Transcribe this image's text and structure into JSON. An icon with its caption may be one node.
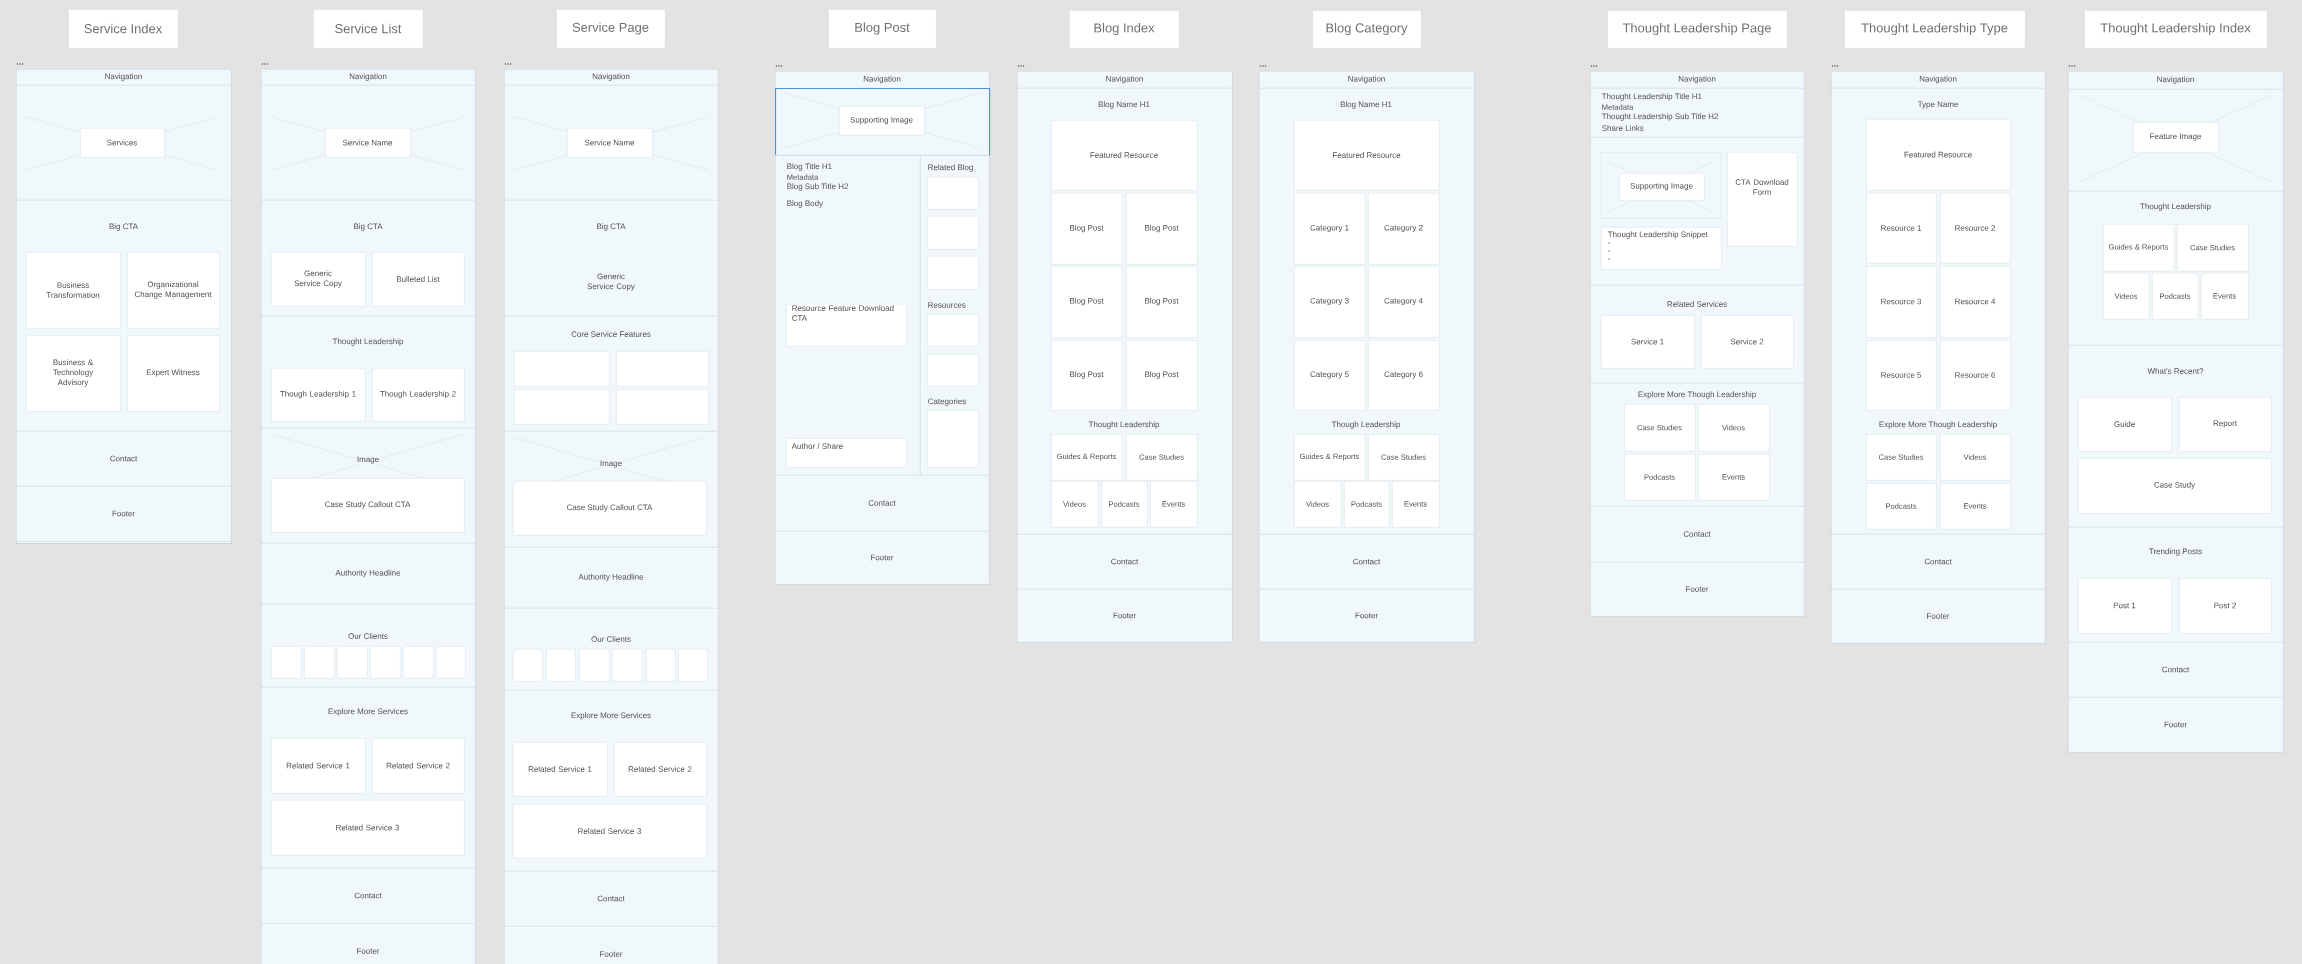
{
  "diagram": {
    "nodes": [
      {
        "text": [
          "Service Index"
        ]
      },
      {
        "text": [],
        "shape": "box"
      },
      {
        "text": [
          "Navigation"
        ],
        "in": 1
      },
      {
        "text": [],
        "shape": "box",
        "in": 1
      },
      {
        "text": [
          "Services"
        ],
        "in": 3
      },
      {
        "text": [
          "Big CTA"
        ],
        "in": 1
      },
      {
        "text": [
          "Business Transformation"
        ],
        "in": 5
      },
      {
        "text": [
          "Organizational Change Management"
        ],
        "in": 5
      },
      {
        "text": [
          "Business & Technology Advisory"
        ],
        "in": 5
      },
      {
        "text": [
          "Expert Witness"
        ],
        "in": 5
      },
      {
        "text": [
          "Contact"
        ],
        "in": 1
      },
      {
        "text": [
          "Footer"
        ],
        "in": 1
      },
      {
        "text": [
          "Service List"
        ]
      },
      {
        "text": [],
        "shape": "box"
      },
      {
        "text": [
          "Navigation"
        ],
        "in": 13
      },
      {
        "text": [],
        "shape": "box",
        "in": 13
      },
      {
        "text": [
          "Service Name"
        ],
        "in": 15
      },
      {
        "text": [
          "Big CTA"
        ],
        "in": 13
      },
      {
        "text": [
          "Generic Service Copy"
        ],
        "in": 17
      },
      {
        "text": [
          "Bulleted List"
        ],
        "in": 17
      },
      {
        "text": [
          "Thought Leadership"
        ],
        "in": 13
      },
      {
        "text": [
          "Though Leadership 1"
        ],
        "in": 20
      },
      {
        "text": [
          "Though Leadership 2"
        ],
        "in": 20
      },
      {
        "text": [
          "Image"
        ],
        "in": 13
      },
      {
        "text": [
          "Case Study Callout CTA"
        ],
        "in": 23
      },
      {
        "text": [
          "Authority Headline"
        ],
        "in": 13
      },
      {
        "text": [
          "Our Clients"
        ],
        "in": 13
      },
      {
        "text": [],
        "shape": "box",
        "in": 26
      },
      {
        "text": [],
        "shape": "box",
        "in": 26
      },
      {
        "text": [],
        "shape": "box",
        "in": 26
      },
      {
        "text": [],
        "shape": "box",
        "in": 26
      },
      {
        "text": [],
        "shape": "box",
        "in": 26
      },
      {
        "text": [],
        "shape": "box",
        "in": 26
      },
      {
        "text": [
          "Explore More Services"
        ],
        "in": 13
      },
      {
        "text": [
          "Related Service 1"
        ],
        "in": 33
      },
      {
        "text": [
          "Related Service 2"
        ],
        "in": 33
      },
      {
        "text": [
          "Related Service 3"
        ],
        "in": 33
      },
      {
        "text": [
          "Contact"
        ],
        "in": 13
      },
      {
        "text": [
          "Footer"
        ],
        "in": 13
      },
      {
        "text": [
          "Service Page"
        ]
      },
      {
        "text": [],
        "shape": "box"
      },
      {
        "text": [
          "Navigation"
        ],
        "in": 40
      },
      {
        "text": [],
        "shape": "box",
        "in": 40
      },
      {
        "text": [
          "Service Name"
        ],
        "in": 42
      },
      {
        "text": [
          "Big CTA",
          "Generic Service Copy"
        ],
        "in": 40
      },
      {
        "text": [
          "Core Service Features"
        ],
        "in": 40
      },
      {
        "text": [],
        "shape": "box",
        "in": 45
      },
      {
        "text": [],
        "shape": "box",
        "in": 45
      },
      {
        "text": [],
        "shape": "box",
        "in": 45
      },
      {
        "text": [],
        "shape": "box",
        "in": 45
      },
      {
        "text": [
          "Image"
        ],
        "in": 40
      },
      {
        "text": [
          "Case Study Callout CTA"
        ],
        "in": 50
      },
      {
        "text": [
          "Authority Headline"
        ],
        "in": 40
      },
      {
        "text": [
          "Our Clients"
        ],
        "in": 40
      },
      {
        "text": [],
        "shape": "box",
        "in": 53
      },
      {
        "text": [],
        "shape": "box",
        "in": 53
      },
      {
        "text": [],
        "shape": "box",
        "in": 53
      },
      {
        "text": [],
        "shape": "box",
        "in": 53
      },
      {
        "text": [],
        "shape": "box",
        "in": 53
      },
      {
        "text": [],
        "shape": "box",
        "in": 53
      },
      {
        "text": [
          "Explore More Services"
        ],
        "in": 40
      },
      {
        "text": [
          "Related Service 1"
        ],
        "in": 60
      },
      {
        "text": [
          "Related Service 2"
        ],
        "in": 60
      },
      {
        "text": [
          "Related Service 3"
        ],
        "in": 60
      },
      {
        "text": [
          "Contact"
        ],
        "in": 40
      },
      {
        "text": [
          "Footer"
        ],
        "in": 40
      },
      {
        "text": [
          "Blog Post"
        ]
      },
      {
        "text": [],
        "shape": "box"
      },
      {
        "text": [
          "Navigation"
        ],
        "in": 67
      },
      {
        "text": [],
        "shape": "box",
        "in": 67
      },
      {
        "text": [
          "Supporting Image"
        ],
        "in": 69
      },
      {
        "text": [
          "Blog Title H1",
          "Metadata",
          "Blog Sub Title H2",
          "Blog Body"
        ],
        "in": 67
      },
      {
        "text": [
          "Resource Feature Download CTA"
        ],
        "in": 71
      },
      {
        "text": [
          "Author / Share"
        ],
        "in": 71
      },
      {
        "text": [
          "Related Blog",
          "Resources",
          "Categories"
        ],
        "in": 67
      },
      {
        "text": [],
        "shape": "box",
        "in": 74
      },
      {
        "text": [],
        "shape": "box",
        "in": 74
      },
      {
        "text": [],
        "shape": "box",
        "in": 74
      },
      {
        "text": [],
        "shape": "box",
        "in": 74
      },
      {
        "text": [],
        "shape": "box",
        "in": 74
      },
      {
        "text": [],
        "shape": "box",
        "in": 74
      },
      {
        "text": [
          "Contact"
        ],
        "in": 67
      },
      {
        "text": [
          "Footer"
        ],
        "in": 67
      },
      {
        "text": [
          "Blog Index"
        ]
      },
      {
        "text": [],
        "shape": "box"
      },
      {
        "text": [
          "Navigation"
        ],
        "in": 84
      },
      {
        "text": [
          "Blog Name H1",
          "Thought Leadership"
        ],
        "in": 84
      },
      {
        "text": [
          "Featured Resource"
        ],
        "in": 86
      },
      {
        "text": [
          "Blog Post"
        ],
        "in": 86
      },
      {
        "text": [
          "Blog Post"
        ],
        "in": 86
      },
      {
        "text": [
          "Blog Post"
        ],
        "in": 86
      },
      {
        "text": [
          "Blog Post"
        ],
        "in": 86
      },
      {
        "text": [
          "Blog Post"
        ],
        "in": 86
      },
      {
        "text": [
          "Blog Post"
        ],
        "in": 86
      },
      {
        "text": [
          "Guides & Reports"
        ],
        "in": 86
      },
      {
        "text": [
          "Case Studies"
        ],
        "in": 86
      },
      {
        "text": [
          "Videos"
        ],
        "in": 86
      },
      {
        "text": [
          "Podcasts"
        ],
        "in": 86
      },
      {
        "text": [
          "Events"
        ],
        "in": 86
      },
      {
        "text": [
          "Contact"
        ],
        "in": 84
      },
      {
        "text": [
          "Footer"
        ],
        "in": 84
      },
      {
        "text": [
          "Blog Category"
        ]
      },
      {
        "text": [],
        "shape": "box"
      },
      {
        "text": [
          "Navigation"
        ],
        "in": 102
      },
      {
        "text": [
          "Blog Name H1",
          "Though Leadership"
        ],
        "in": 102
      },
      {
        "text": [
          "Featured Resource"
        ],
        "in": 104
      },
      {
        "text": [
          "Category 1"
        ],
        "in": 104
      },
      {
        "text": [
          "Category 2"
        ],
        "in": 104
      },
      {
        "text": [
          "Category 3"
        ],
        "in": 104
      },
      {
        "text": [
          "Category 4"
        ],
        "in": 104
      },
      {
        "text": [
          "Category 5"
        ],
        "in": 104
      },
      {
        "text": [
          "Category 6"
        ],
        "in": 104
      },
      {
        "text": [
          "Guides & Reports"
        ],
        "in": 104
      },
      {
        "text": [
          "Case Studies"
        ],
        "in": 104
      },
      {
        "text": [
          "Videos"
        ],
        "in": 104
      },
      {
        "text": [
          "Podcasts"
        ],
        "in": 104
      },
      {
        "text": [
          "Events"
        ],
        "in": 104
      },
      {
        "text": [
          "Contact"
        ],
        "in": 102
      },
      {
        "text": [
          "Footer"
        ],
        "in": 102
      },
      {
        "text": [
          "Thought Leadership Page"
        ]
      },
      {
        "text": [],
        "shape": "box"
      },
      {
        "text": [
          "Navigation"
        ],
        "in": 120
      },
      {
        "text": [
          "Thought Leadership Title H1",
          "Metadata",
          "Thought Leadership Sub Title H2",
          "Share Links"
        ],
        "in": 120
      },
      {
        "text": [],
        "shape": "box",
        "in": 120
      },
      {
        "text": [],
        "shape": "box",
        "in": 123
      },
      {
        "text": [
          "Supporting Image"
        ],
        "in": 124
      },
      {
        "text": [
          "CTA Download Form"
        ],
        "in": 123
      },
      {
        "text": [
          "Thought Leadership Snippet",
          "-",
          "-",
          "-"
        ],
        "in": 123
      },
      {
        "text": [
          "Related Services"
        ],
        "in": 120
      },
      {
        "text": [
          "Service 1"
        ],
        "in": 128
      },
      {
        "text": [
          "Service 2"
        ],
        "in": 128
      },
      {
        "text": [
          "Explore More Though Leadership"
        ],
        "in": 120
      },
      {
        "text": [
          "Case Studies"
        ],
        "in": 131
      },
      {
        "text": [
          "Videos"
        ],
        "in": 131
      },
      {
        "text": [
          "Podcasts"
        ],
        "in": 131
      },
      {
        "text": [
          "Events"
        ],
        "in": 131
      },
      {
        "text": [
          "Contact"
        ],
        "in": 120
      },
      {
        "text": [
          "Footer"
        ],
        "in": 120
      },
      {
        "text": [
          "Thought Leadership Type"
        ]
      },
      {
        "text": [],
        "shape": "box"
      },
      {
        "text": [
          "Navigation"
        ],
        "in": 139
      },
      {
        "text": [
          "Type Name",
          "Explore More Though Leadership"
        ],
        "in": 139
      },
      {
        "text": [
          "Featured Resource"
        ],
        "in": 141
      },
      {
        "text": [
          "Resource 1"
        ],
        "in": 141
      },
      {
        "text": [
          "Resource 2"
        ],
        "in": 141
      },
      {
        "text": [
          "Resource 3"
        ],
        "in": 141
      },
      {
        "text": [
          "Resource 4"
        ],
        "in": 141
      },
      {
        "text": [
          "Resource 5"
        ],
        "in": 141
      },
      {
        "text": [
          "Resource 6"
        ],
        "in": 141
      },
      {
        "text": [
          "Case Studies"
        ],
        "in": 141
      },
      {
        "text": [
          "Videos"
        ],
        "in": 141
      },
      {
        "text": [
          "Podcasts"
        ],
        "in": 141
      },
      {
        "text": [
          "Events"
        ],
        "in": 141
      },
      {
        "text": [
          "Contact"
        ],
        "in": 139
      },
      {
        "text": [
          "Footer"
        ],
        "in": 139
      },
      {
        "text": [
          "Thought Leadership Index"
        ]
      },
      {
        "text": [],
        "shape": "box"
      },
      {
        "text": [
          "Navigation"
        ],
        "in": 156
      },
      {
        "text": [],
        "shape": "box",
        "in": 156
      },
      {
        "text": [
          "Feature Image"
        ],
        "in": 158
      },
      {
        "text": [
          "Thought Leadership"
        ],
        "in": 156
      },
      {
        "text": [
          "Guides & Reports"
        ],
        "in": 160
      },
      {
        "text": [
          "Case Studies"
        ],
        "in": 160
      },
      {
        "text": [
          "Videos"
        ],
        "in": 160
      },
      {
        "text": [
          "Podcasts"
        ],
        "in": 160
      },
      {
        "text": [
          "Events"
        ],
        "in": 160
      },
      {
        "text": [
          "What's Recent?"
        ],
        "in": 156
      },
      {
        "text": [
          "Guide"
        ],
        "in": 166
      },
      {
        "text": [
          "Report"
        ],
        "in": 166
      },
      {
        "text": [
          "Case Study"
        ],
        "in": 166
      },
      {
        "text": [
          "Trending Posts"
        ],
        "in": 156
      },
      {
        "text": [
          "Post 1"
        ],
        "in": 170
      },
      {
        "text": [
          "Post 2"
        ],
        "in": 170
      },
      {
        "text": [
          "Contact"
        ],
        "in": 156
      },
      {
        "text": [
          "Footer"
        ],
        "in": 156
      }
    ]
  }
}
